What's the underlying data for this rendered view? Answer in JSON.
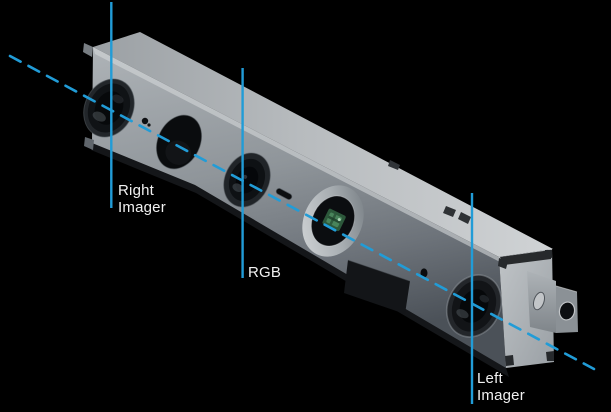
{
  "colors": {
    "background": "#000000",
    "annotation_blue": "#219cd7",
    "label_text": "#f1f1f1",
    "body_gray_top": "#c9ccce",
    "body_gray_front": "#8f959a",
    "lens_dark": "#0a0c0e",
    "sensor_green": "#4d8a5f"
  },
  "labels": {
    "right_imager": "Right Imager",
    "rgb": "RGB",
    "left_imager": "Left Imager"
  }
}
